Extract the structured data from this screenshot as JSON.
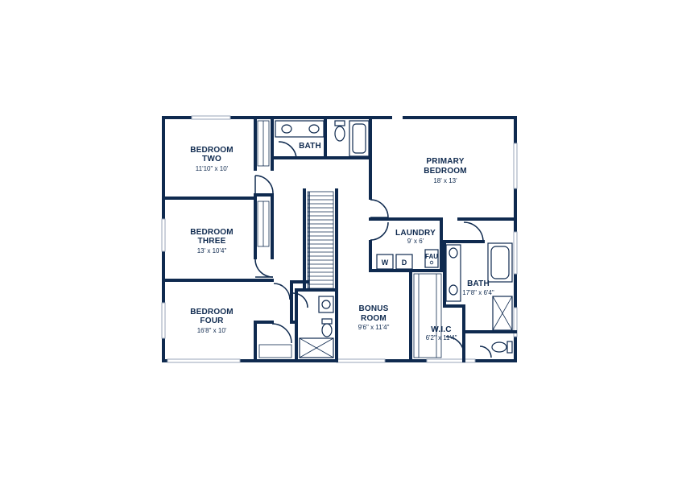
{
  "rooms": {
    "bedroom_two": {
      "name_line1": "BEDROOM",
      "name_line2": "TWO",
      "dims": "11'10\" x 10'"
    },
    "bath_upper": {
      "name": "BATH"
    },
    "primary_bedroom": {
      "name_line1": "PRIMARY",
      "name_line2": "BEDROOM",
      "dims": "18' x 13'"
    },
    "bedroom_three": {
      "name_line1": "BEDROOM",
      "name_line2": "THREE",
      "dims": "13' x 10'4\""
    },
    "laundry": {
      "name": "LAUNDRY",
      "dims": "9' x 6'"
    },
    "bath_primary": {
      "name": "BATH",
      "dims": "17'8\" x 6'4\""
    },
    "bedroom_four": {
      "name_line1": "BEDROOM",
      "name_line2": "FOUR",
      "dims": "16'8\" x 10'"
    },
    "bonus_room": {
      "name_line1": "BONUS",
      "name_line2": "ROOM",
      "dims": "9'6\" x 11'4\""
    },
    "wic": {
      "name": "W.I.C",
      "dims": "6'2\" x 11'4\""
    }
  },
  "appliances": {
    "washer": "W",
    "dryer": "D",
    "fau_line1": "FAU"
  },
  "colors": {
    "wall": "#0f2a4f",
    "window": "#9aa6b8",
    "background": "#ffffff"
  }
}
